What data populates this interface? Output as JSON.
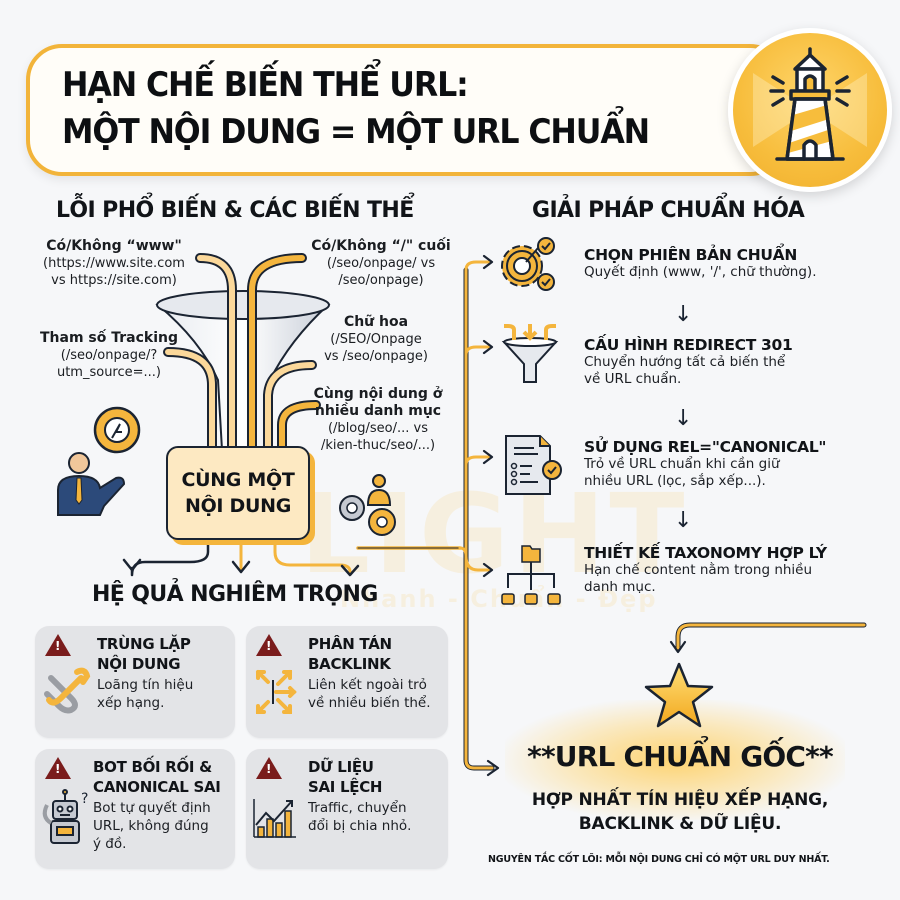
{
  "header": {
    "title_line1": "HẠN CHẾ BIẾN THỂ URL:",
    "title_line2": "MỘT NỘI DUNG = MỘT URL CHUẨN",
    "badge_icon": "lighthouse-icon"
  },
  "left": {
    "title": "LỖI PHỔ BIẾN & CÁC BIẾN THỂ",
    "variants": [
      {
        "title": "Có/Không “www\"",
        "line1": "(https://www.site.com",
        "line2": "vs https://site.com)"
      },
      {
        "title": "Có/Không “/\" cuối",
        "line1": "(/seo/onpage/ vs",
        "line2": "/seo/onpage)"
      },
      {
        "title": "Tham số Tracking",
        "line1": "(/seo/onpage/?",
        "line2": "utm_source=...)"
      },
      {
        "title": "Chữ hoa",
        "line1": "(/SEO/Onpage",
        "line2": "vs /seo/onpage)"
      },
      {
        "title_l1": "Cùng nội dung ở",
        "title_l2": "nhiều danh mục",
        "line1": "(/blog/seo/... vs",
        "line2": "/kien-thuc/seo/...)"
      }
    ],
    "center_box": {
      "line1": "CÙNG MỘT",
      "line2": "NỘI DUNG"
    }
  },
  "consequences": {
    "title": "HỆ QUẢ NGHIÊM TRỌNG",
    "cards": [
      {
        "title_l1": "TRÙNG LẶP",
        "title_l2": "NỘI DUNG",
        "desc_l1": "Loãng tín hiệu",
        "desc_l2": "xếp hạng.",
        "icon": "broken-chain-icon"
      },
      {
        "title_l1": "PHÂN TÁN",
        "title_l2": "BACKLINK",
        "desc_l1": "Liên kết ngoài trỏ",
        "desc_l2": "về nhiều biến thể.",
        "icon": "scatter-arrows-icon"
      },
      {
        "title_l1": "BOT BỐI RỐI &",
        "title_l2": "CANONICAL SAI",
        "desc_l1": "Bot tự quyết định",
        "desc_l2": "URL, không đúng",
        "desc_l3": "ý đồ.",
        "icon": "confused-robot-icon"
      },
      {
        "title_l1": "DỮ LIỆU",
        "title_l2": "SAI LỆCH",
        "desc_l1": "Traffic, chuyển",
        "desc_l2": "đổi bị chia nhỏ.",
        "icon": "bar-chart-icon"
      }
    ]
  },
  "solutions": {
    "title": "GIẢI PHÁP CHUẨN HÓA",
    "steps": [
      {
        "title": "CHỌN PHIÊN BẢN CHUẨN",
        "desc_l1": "Quyết định (www, '/', chữ thường).",
        "icon": "gear-check-icon"
      },
      {
        "title": "CẤU HÌNH REDIRECT 301",
        "desc_l1": "Chuyển hướng tất cả biến thể",
        "desc_l2": "về URL chuẩn.",
        "icon": "funnel-redirect-icon"
      },
      {
        "title": "SỬ DỤNG REL=\"CANONICAL\"",
        "desc_l1": "Trỏ về URL chuẩn khi cần giữ",
        "desc_l2": "nhiều URL (lọc, sắp xếp...).",
        "icon": "document-check-icon"
      },
      {
        "title": "THIẾT KẾ TAXONOMY HỢP LÝ",
        "desc_l1": "Hạn chế content nằm trong nhiều",
        "desc_l2": "danh mục.",
        "icon": "folder-tree-icon"
      }
    ]
  },
  "result": {
    "title": "**URL CHUẨN GỐC**",
    "subtitle_l1": "HỢP NHẤT TÍN HIỆU XẾP HẠNG,",
    "subtitle_l2": "BACKLINK & DỮ LIỆU.",
    "footer": "NGUYÊN TẮC CỐT LÕI: MỖI NỘI DUNG CHỈ CÓ MỘT URL DUY NHẤT."
  },
  "watermark": {
    "line1": "LIGHT",
    "line2": "Nhanh - Chuẩn - Đẹp"
  },
  "colors": {
    "accent": "#f4b53d",
    "navy": "#1b2432",
    "card_bg": "#e3e4e7",
    "warn": "#7a1c1c"
  }
}
